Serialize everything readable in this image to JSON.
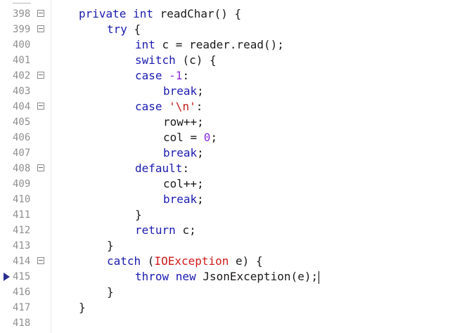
{
  "editor": {
    "lines": [
      {
        "number": "398",
        "indent": 1,
        "foldable": true,
        "tokens": [
          [
            "kw",
            "private "
          ],
          [
            "kw",
            "int "
          ],
          [
            "t",
            "readChar() {"
          ]
        ]
      },
      {
        "number": "399",
        "indent": 2,
        "foldable": true,
        "tokens": [
          [
            "kw",
            "try "
          ],
          [
            "t",
            "{"
          ]
        ]
      },
      {
        "number": "400",
        "indent": 3,
        "foldable": false,
        "tokens": [
          [
            "kw",
            "int "
          ],
          [
            "t",
            "c = reader.read();"
          ]
        ]
      },
      {
        "number": "401",
        "indent": 3,
        "foldable": false,
        "tokens": [
          [
            "kw",
            "switch "
          ],
          [
            "t",
            "(c) {"
          ]
        ]
      },
      {
        "number": "402",
        "indent": 3,
        "foldable": true,
        "tokens": [
          [
            "kw",
            "case "
          ],
          [
            "num",
            "-1"
          ],
          [
            "t",
            ":"
          ]
        ]
      },
      {
        "number": "403",
        "indent": 4,
        "foldable": false,
        "tokens": [
          [
            "kw",
            "break"
          ],
          [
            "t",
            ";"
          ]
        ]
      },
      {
        "number": "404",
        "indent": 3,
        "foldable": true,
        "tokens": [
          [
            "kw",
            "case "
          ],
          [
            "str",
            "'\\n'"
          ],
          [
            "t",
            ":"
          ]
        ]
      },
      {
        "number": "405",
        "indent": 4,
        "foldable": false,
        "tokens": [
          [
            "t",
            "row++;"
          ]
        ]
      },
      {
        "number": "406",
        "indent": 4,
        "foldable": false,
        "tokens": [
          [
            "t",
            "col = "
          ],
          [
            "num",
            "0"
          ],
          [
            "t",
            ";"
          ]
        ]
      },
      {
        "number": "407",
        "indent": 4,
        "foldable": false,
        "tokens": [
          [
            "kw",
            "break"
          ],
          [
            "t",
            ";"
          ]
        ]
      },
      {
        "number": "408",
        "indent": 3,
        "foldable": true,
        "tokens": [
          [
            "kw",
            "default"
          ],
          [
            "t",
            ":"
          ]
        ]
      },
      {
        "number": "409",
        "indent": 4,
        "foldable": false,
        "tokens": [
          [
            "t",
            "col++;"
          ]
        ]
      },
      {
        "number": "410",
        "indent": 4,
        "foldable": false,
        "tokens": [
          [
            "kw",
            "break"
          ],
          [
            "t",
            ";"
          ]
        ]
      },
      {
        "number": "411",
        "indent": 3,
        "foldable": false,
        "tokens": [
          [
            "t",
            "}"
          ]
        ]
      },
      {
        "number": "412",
        "indent": 3,
        "foldable": false,
        "tokens": [
          [
            "kw",
            "return "
          ],
          [
            "t",
            "c;"
          ]
        ]
      },
      {
        "number": "413",
        "indent": 2,
        "foldable": false,
        "tokens": [
          [
            "t",
            "}"
          ]
        ]
      },
      {
        "number": "414",
        "indent": 2,
        "foldable": true,
        "tokens": [
          [
            "kw",
            "catch "
          ],
          [
            "t",
            "("
          ],
          [
            "cls",
            "IOException"
          ],
          [
            "t",
            " e) {"
          ]
        ]
      },
      {
        "number": "415",
        "indent": 3,
        "foldable": false,
        "current": true,
        "caret_at_end": true,
        "tokens": [
          [
            "kw",
            "throw "
          ],
          [
            "kw",
            "new "
          ],
          [
            "t",
            "JsonException(e);"
          ]
        ]
      },
      {
        "number": "416",
        "indent": 2,
        "foldable": false,
        "tokens": [
          [
            "t",
            "}"
          ]
        ]
      },
      {
        "number": "417",
        "indent": 1,
        "foldable": false,
        "tokens": [
          [
            "t",
            "}"
          ]
        ]
      },
      {
        "number": "418",
        "indent": 0,
        "foldable": false,
        "tokens": []
      }
    ]
  }
}
